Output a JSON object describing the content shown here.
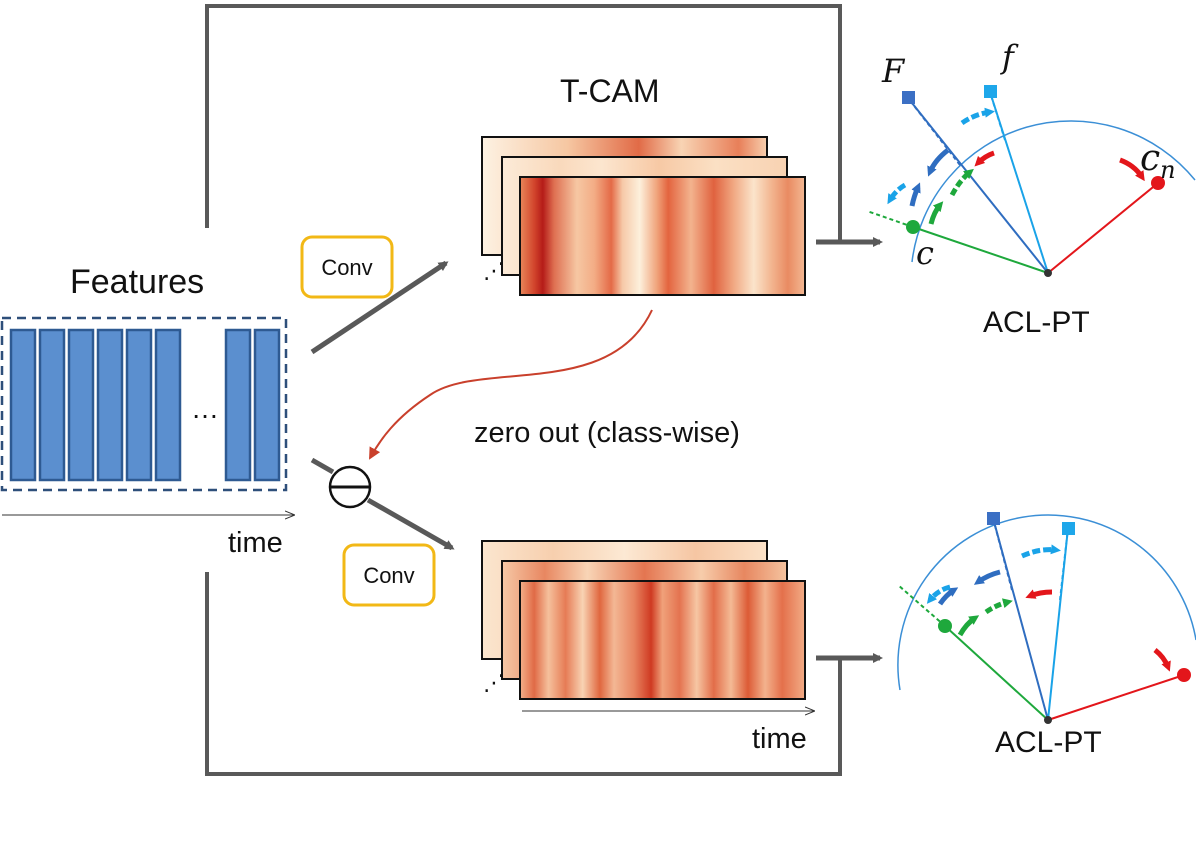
{
  "features_label": "Features",
  "features_dots": "…",
  "time_label_left": "time",
  "time_label_bottom": "time",
  "conv_top": "Conv",
  "conv_bottom": "Conv",
  "tcam_label": "T-CAM",
  "zero_out_label": "zero out (class-wise)",
  "aclpt_top": "ACL-PT",
  "aclpt_bottom": "ACL-PT",
  "symbol_F": "F",
  "symbol_f": "f",
  "symbol_c": "c",
  "symbol_cn_base": "c",
  "symbol_cn_sub": "n",
  "stack_dots": "⋰",
  "colors": {
    "feature_fill": "#5b8fcf",
    "feature_stroke": "#2e5a92",
    "frame": "#595959",
    "conv_border": "#f2b816",
    "arc": "#3b8fd6",
    "green": "#1ea83c",
    "red": "#e3161b",
    "dark_blue": "#2f6dc0",
    "light_blue": "#1aa3e8",
    "zero_out_arrow": "#c9402c"
  }
}
